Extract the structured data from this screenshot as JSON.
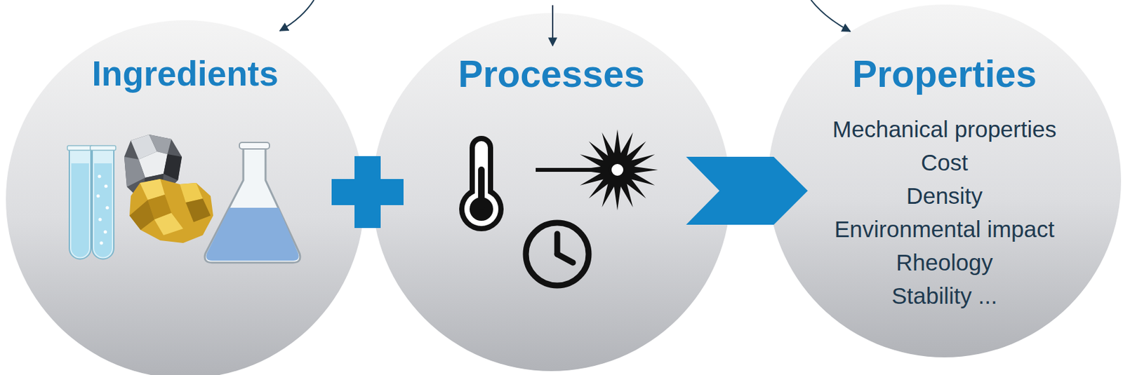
{
  "diagram": {
    "nodes": [
      {
        "text": [
          "Ingredients"
        ]
      },
      {
        "text": [
          "Processes"
        ]
      },
      {
        "text": [
          "Properties",
          "Mechanical properties",
          "Cost",
          "Density",
          "Environmental impact",
          "Rheology",
          "Stability ..."
        ]
      }
    ]
  }
}
